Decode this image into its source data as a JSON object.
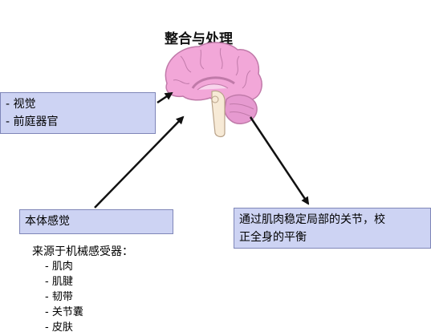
{
  "title": "整合与处理",
  "vision_box": {
    "lines": [
      "- 视觉",
      "- 前庭器官"
    ]
  },
  "proprio_box": {
    "label": "本体感觉"
  },
  "result_box": {
    "lines": [
      "通过肌肉稳定局部的关节，校",
      "正全身的平衡"
    ]
  },
  "sources": {
    "title": "来源于机械感受器：",
    "items": [
      "- 肌肉",
      "- 肌腱",
      "- 韧带",
      "- 关节囊",
      "- 皮肤"
    ]
  },
  "colors": {
    "box_fill": "#cdd3f3",
    "box_border": "#7f86b8",
    "brain_pink": "#f2a7d8",
    "brain_outline": "#c07aa9",
    "cerebellum": "#e69ad0",
    "brainstem": "#f7ead6",
    "arrow": "#111111"
  },
  "icons": {
    "brain": "brain-icon"
  }
}
